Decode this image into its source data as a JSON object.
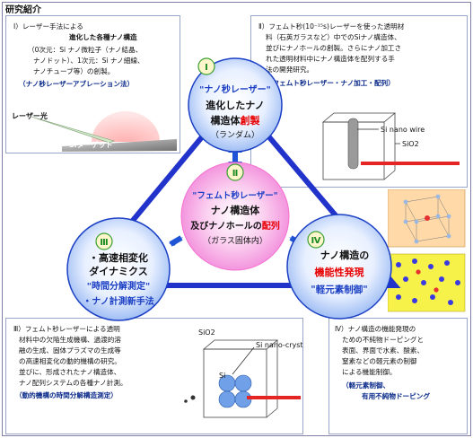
{
  "header": {
    "title": "研究紹介"
  },
  "box1": {
    "heading": "Ⅰ）レーザー手法による",
    "heading2": "進化した各種ナノ構造",
    "lines": [
      "（0次元：Si ナノ微粒子（ナノ結晶、",
      "ナノドット）、1次元：Si ナノ細線、",
      "ナノチューブ等）の創製。"
    ],
    "method": "（ナノ秒レーザーアブレーション法）",
    "laser_label": "レーザー光",
    "target_label": "Siターゲット"
  },
  "box2": {
    "lines": [
      "Ⅱ）フェムト秒(10⁻¹⁵s)レーザーを使った透明材",
      "料（石英ガラスなど）中でのSiナノ構造体、",
      "並びにナノホールの創製。さらにナノ加工さ",
      "れた透明材料中にナノ構造体を配列する手",
      "法の開発研究。"
    ],
    "method": "（フェムト秒レーザー・ナノ加工・配列）",
    "wire_label": "Si nano wire",
    "sio2_label": "SiO2"
  },
  "circle1": {
    "num": "Ⅰ",
    "l1": "\"ナノ秒レーザー\"",
    "l2": "進化したナノ",
    "l3a": "構造体",
    "l3b": "創製",
    "l4": "（ランダム）"
  },
  "circle2": {
    "num": "Ⅱ",
    "l1": "\"フェムト秒レーザー\"",
    "l2": "ナノ構造体",
    "l3a": "及びナノホールの",
    "l3b": "配列",
    "l4": "（ガラス固体内）"
  },
  "circle3": {
    "num": "Ⅲ",
    "l1": "・高速相変化",
    "l2": "ダイナミクス",
    "l3": "\"時間分解測定\"",
    "l4": "・ナノ計測新手法"
  },
  "circle4": {
    "num": "Ⅳ",
    "l1": "ナノ構造の",
    "l2": "機能性発現",
    "l3": "\"軽元素制御\""
  },
  "box3": {
    "lines": [
      "Ⅲ）フェムト秒レーザーによる透明",
      "材料中の欠陥生成機構、過渡的溶",
      "融の生成、固体プラズマの生成等",
      "の高速相変化の動的機構の研究。",
      "並びに、形成されたナノ構造体、",
      "ナノ配列システムの各種ナノ計測。"
    ],
    "method": "（動的機構の時間分解構造測定）",
    "sio2_label": "SiO2",
    "crystal_label": "Si nano-crystal",
    "si_label": "Si"
  },
  "box4": {
    "lines": [
      "Ⅳ）ナノ構造の機能発現の",
      "ための不純物ドーピングと",
      "表面、界面で水素、酸素、",
      "窒素などの軽元素の制御",
      "による機能制御。"
    ],
    "method1": "（軽元素制御、",
    "method2": "有用不純物ドーピング"
  },
  "colors": {
    "circle_blue": "#1a3fc4",
    "circle_pink": "#f56fd0",
    "circle_red": "#e80000",
    "triangle": "#2233cc"
  }
}
